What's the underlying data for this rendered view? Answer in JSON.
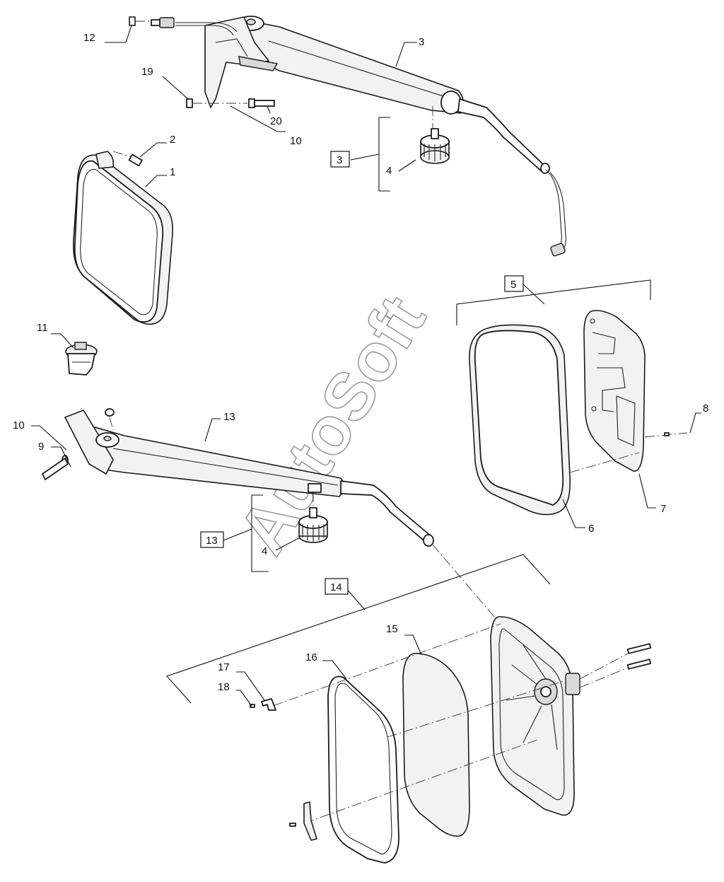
{
  "diagram": {
    "watermark": "AutoSoft",
    "callouts": {
      "c1": "1",
      "c2": "2",
      "c3": "3",
      "c4a": "4",
      "c4b": "4",
      "c6": "6",
      "c7": "7",
      "c8": "8",
      "c9": "9",
      "c10a": "10",
      "c10b": "10",
      "c11": "11",
      "c12": "12",
      "c13": "13",
      "c15": "15",
      "c16": "16",
      "c17": "17",
      "c18": "18",
      "c19": "19",
      "c20": "20"
    },
    "boxed_callouts": {
      "b3": "3",
      "b5": "5",
      "b13": "13",
      "b14": "14"
    }
  },
  "colors": {
    "ink": "#1a1a1a",
    "fill_light": "#f2f2f2",
    "fill_dark": "#d9d9d9",
    "watermark": "#9a9a9a",
    "background": "#ffffff"
  }
}
